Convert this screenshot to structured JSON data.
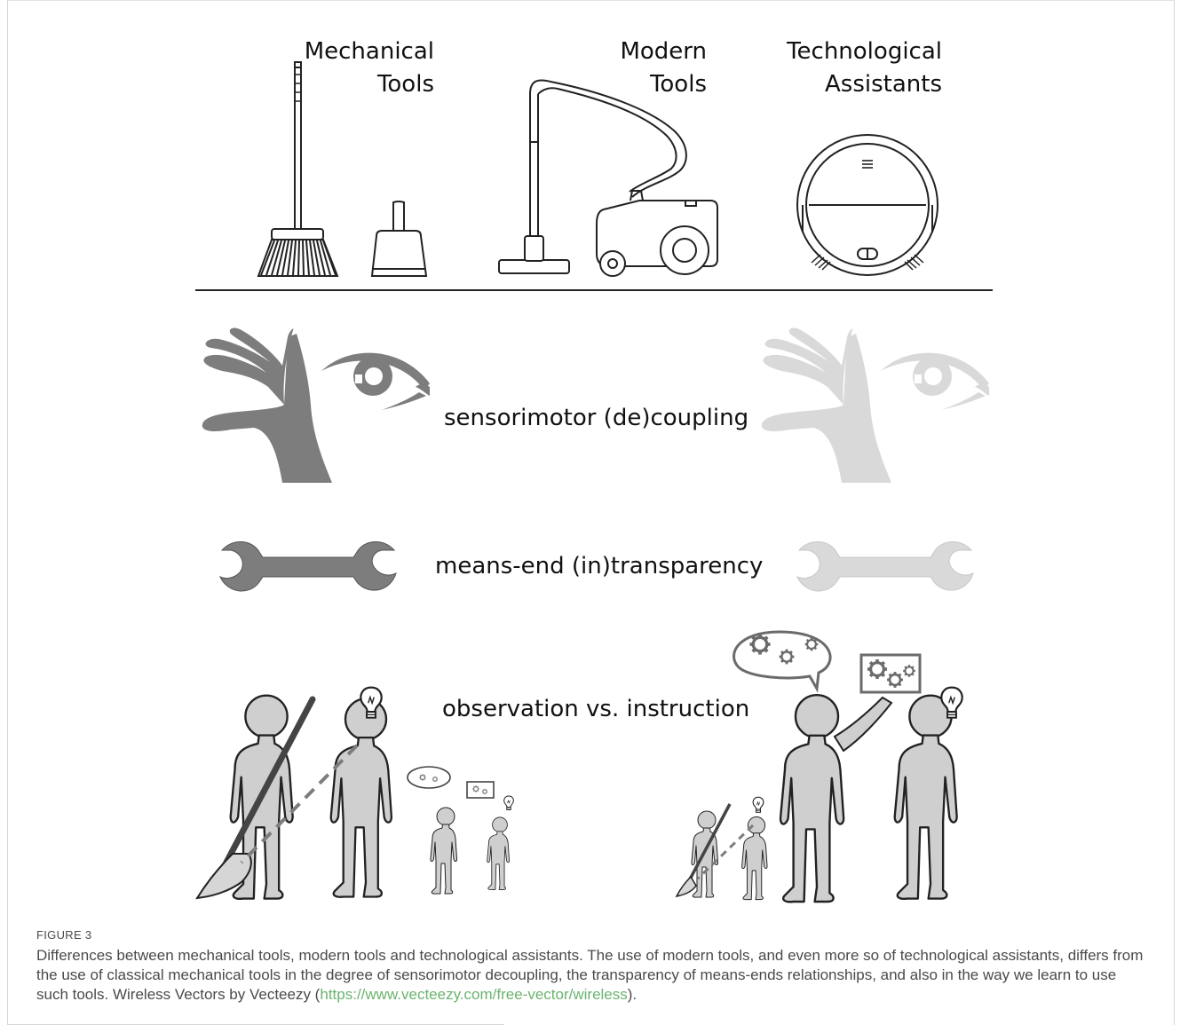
{
  "figure": {
    "columns": [
      {
        "line1": "Mechanical",
        "line2": "Tools"
      },
      {
        "line1": "Modern",
        "line2": "Tools"
      },
      {
        "line1": "Technological",
        "line2": "Assistants"
      }
    ],
    "rows": {
      "sensorimotor": "sensorimotor (de)coupling",
      "means_end": "means-end (in)transparency",
      "learning": "observation vs. instruction"
    },
    "icons": [
      "broom-icon",
      "dustpan-icon",
      "vacuum-cleaner-icon",
      "robot-vacuum-icon",
      "hand-icon",
      "eye-icon",
      "wrench-icon",
      "person-icon",
      "lightbulb-icon",
      "speech-bubble-icon",
      "gears-icon"
    ]
  },
  "caption": {
    "label": "FIGURE 3",
    "text": "Differences between mechanical tools, modern tools and technological assistants. The use of modern tools, and even more so of technological assistants, differs from the use of classical mechanical tools in the degree of sensorimotor decoupling, the transparency of means-ends relationships, and also in the way we learn to use such tools. Wireless Vectors by Vecteezy (",
    "link": "https://www.vecteezy.com/free-vector/wireless",
    "after": ")."
  },
  "colors": {
    "dark_gray": "#7d7d7d",
    "light_gray": "#d9d9d9",
    "link_green": "#6bb36f"
  }
}
